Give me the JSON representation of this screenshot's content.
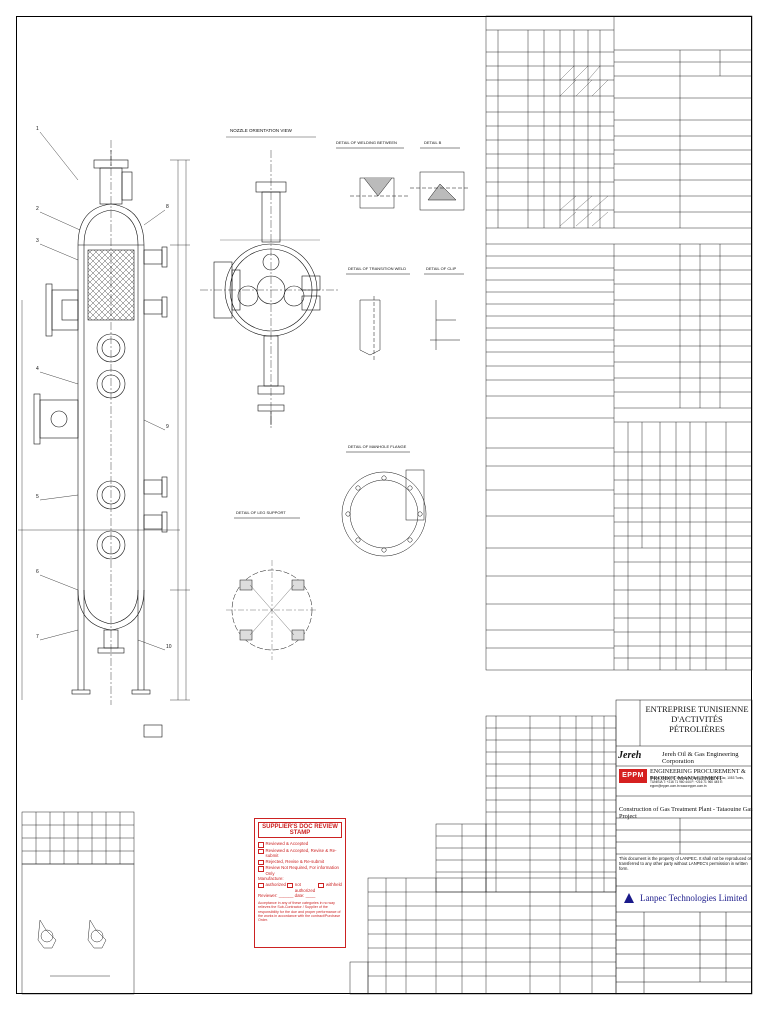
{
  "title_block": {
    "enterprise_line1": "ENTREPRISE TUNISIENNE",
    "enterprise_line2": "D'ACTIVITÉS PÉTROLIÈRES",
    "jereh_logo": "Jereh",
    "jereh_name": "Jereh Oil & Gas Engineering Corporation",
    "eppm_logo": "EPPM",
    "eppm_name": "ENGINEERING PROCUREMENT & PROJECT MANAGEMENT",
    "eppm_address": "Rue du Royaume, Immeuble Paring 1er étage du Lac, 1053 Tunis, TUNISIA  T: +216 71 960 444  F: +216 71 960 445  E: eppm@eppm.com.tn  www.eppm.com.tn",
    "project": "Construction of Gas Treatment Plant - Tataouine Gas Project",
    "notice": "This document is the property of LANPEC. It shall not be reproduced or transferred to any other party without LANPEC's permission in written form.",
    "lanpec": "Lanpec Technologies Limited"
  },
  "stamp": {
    "title": "SUPPLIER'S DOC REVIEW STAMP",
    "options": [
      "Reviewed & Accepted",
      "Reviewed & Accepted, Revise & Re-submit",
      "Rejected, Revise & Re-submit",
      "Review Not Required, For information Only"
    ],
    "manufacture_label": "Manufacture:",
    "manufacture_options": [
      "authorized",
      "not authorized",
      "withheld"
    ],
    "reviewer_label": "Reviewer:",
    "date_label": "date:",
    "note": "Acceptance in any of these categories in no way relieves the Sub-Contractor / Supplier of the responsibility for the due and proper performance of the works in accordance with the contract/Purchase Order."
  }
}
